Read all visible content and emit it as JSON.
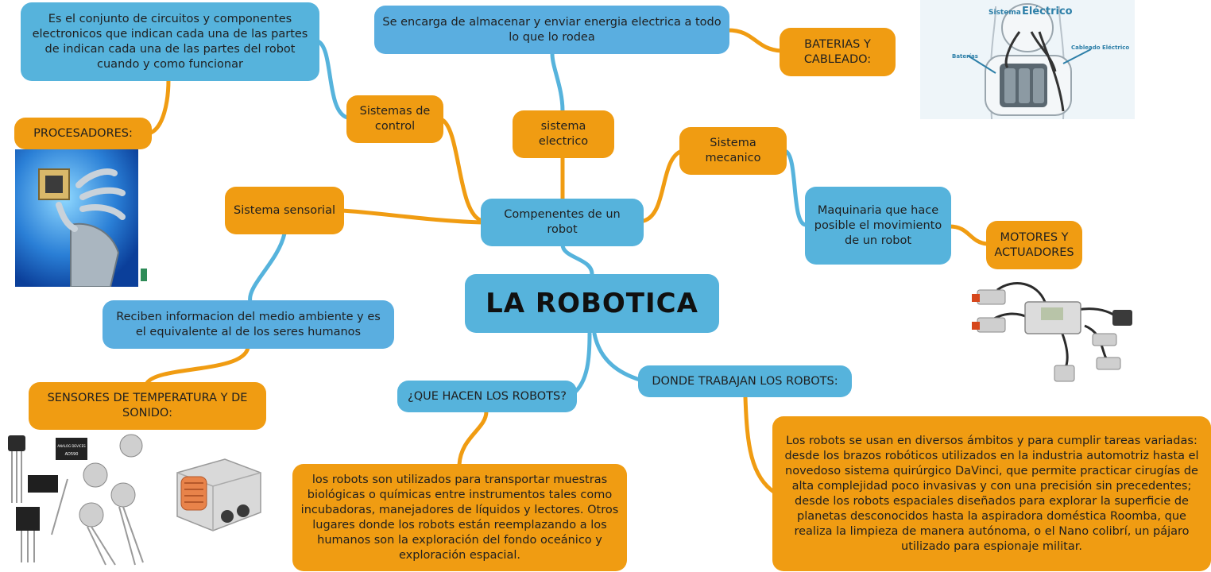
{
  "title": "LA ROBOTICA",
  "nodes": {
    "componentes": "Compenentes de un robot",
    "sistema_control": "Sistemas de control",
    "control_desc": "Es el conjunto de circuitos y componentes electronicos que indican cada una de las partes de indican cada una de las partes del robot cuando y como funcionar",
    "procesadores": "PROCESADORES:",
    "sistema_electrico": "sistema electrico",
    "electrico_desc": "Se encarga de almacenar y enviar energia electrica a todo lo que lo rodea",
    "baterias": "BATERIAS Y CABLEADO:",
    "sistema_mecanico": "Sistema mecanico",
    "mecanico_desc": "Maquinaria que hace posible el movimiento de un robot",
    "motores": "MOTORES Y ACTUADORES",
    "sistema_sensorial": "Sistema sensorial",
    "sensorial_desc": "Reciben informacion del medio ambiente y es el equivalente al de los seres humanos",
    "sensores": "SENSORES DE TEMPERATURA Y DE SONIDO:",
    "que_hacen": "¿QUE HACEN LOS ROBOTS?",
    "que_hacen_desc": "los robots son utilizados para transportar muestras biológicas o químicas entre instrumentos tales como incubadoras, manejadores de líquidos y lectores. Otros lugares donde los robots están reemplazando a los humanos son la exploración del fondo oceánico y exploración espacial.",
    "donde_trabajan": "DONDE TRABAJAN LOS ROBOTS:",
    "donde_desc": "Los robots se usan en diversos ámbitos y para cumplir tareas variadas: desde los brazos robóticos utilizados en la industria automotriz hasta el novedoso sistema quirúrgico DaVinci, que permite practicar cirugías de alta complejidad poco invasivas y con una precisión sin precedentes; desde los robots espaciales diseñados para explorar la superficie de planetas desconocidos hasta la aspiradora doméstica Roomba, que realiza la limpieza de manera autónoma, o el Nano colibrí, un pájaro utilizado para espionaje militar."
  },
  "images": {
    "electrical_title_a": "Sistema",
    "electrical_title_b": "Eléctrico",
    "electrical_label_left": "Baterías",
    "electrical_label_right": "Cableado Eléctrico",
    "chip_label": "ANALOG DEVICES",
    "chip_part": "AD590"
  },
  "colors": {
    "blue": "#56b3dc",
    "orange": "#f09c12",
    "blue_link": "#56b3dc",
    "orange_link": "#f09c12"
  }
}
